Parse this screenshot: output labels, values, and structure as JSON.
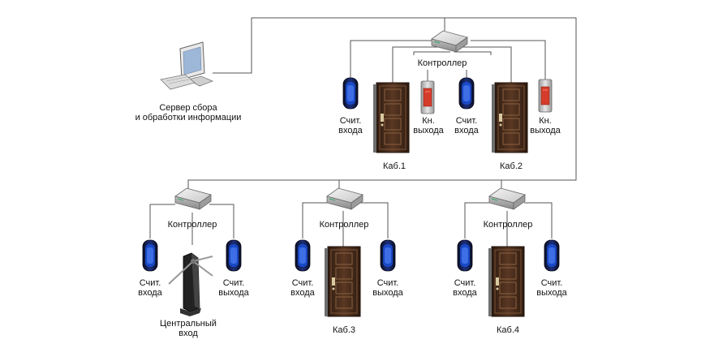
{
  "server": {
    "label_line1": "Сервер сбора",
    "label_line2": "и обработки информации"
  },
  "top_group": {
    "controller_label": "Контроллер",
    "reader1": {
      "line1": "Счит.",
      "line2": "входа"
    },
    "exit_btn1": {
      "line1": "Кн.",
      "line2": "выхода"
    },
    "reader2": {
      "line1": "Счит.",
      "line2": "входа"
    },
    "exit_btn2": {
      "line1": "Кн.",
      "line2": "выхода"
    },
    "door1_label": "Каб.1",
    "door2_label": "Каб.2"
  },
  "turnstile_group": {
    "controller_label": "Контроллер",
    "reader_in": {
      "line1": "Счит.",
      "line2": "входа"
    },
    "reader_out": {
      "line1": "Счит.",
      "line2": "выхода"
    },
    "entrance_line1": "Центральный",
    "entrance_line2": "вход"
  },
  "office3_group": {
    "controller_label": "Контроллер",
    "reader_in": {
      "line1": "Счит.",
      "line2": "входа"
    },
    "reader_out": {
      "line1": "Счит.",
      "line2": "выхода"
    },
    "door_label": "Каб.3"
  },
  "office4_group": {
    "controller_label": "Контроллер",
    "reader_in": {
      "line1": "Счит.",
      "line2": "входа"
    },
    "reader_out": {
      "line1": "Счит.",
      "line2": "выхода"
    },
    "door_label": "Каб.4"
  },
  "colors": {
    "reader_blue": "#1a4fd6",
    "door_brown": "#4a2e1c",
    "exit_red": "#d63c2a",
    "wire": "#555555"
  }
}
